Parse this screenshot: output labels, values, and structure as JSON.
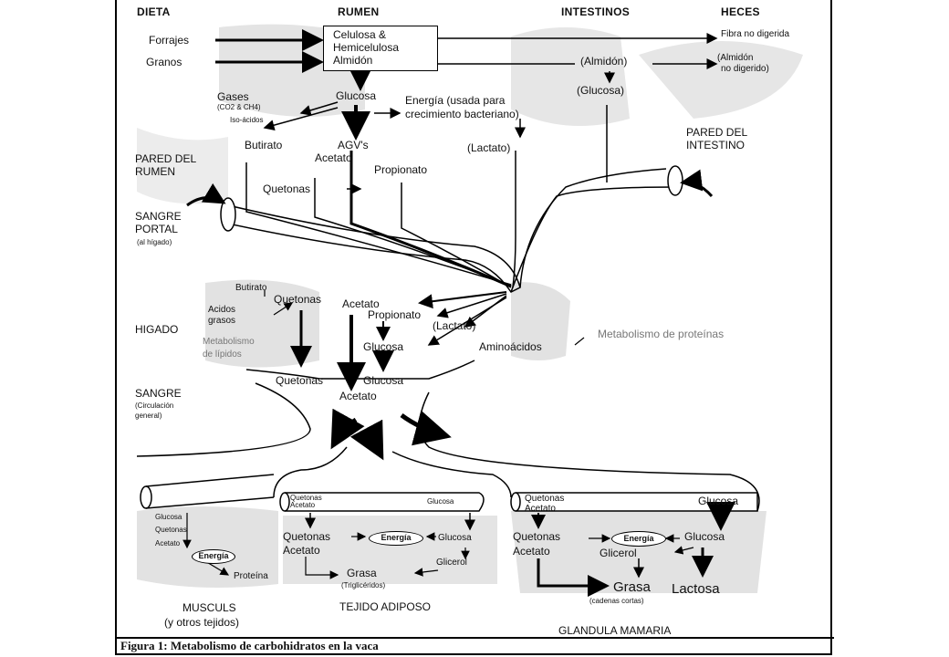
{
  "headers": {
    "dieta": "DIETA",
    "rumen": "RUMEN",
    "intestinos": "INTESTINOS",
    "heces": "HECES"
  },
  "diet": {
    "forrajes": "Forrajes",
    "granos": "Granos"
  },
  "rumen_box": {
    "line1": "Celulosa &",
    "line2": "Hemicelulosa",
    "line3": "Almidón"
  },
  "rumen": {
    "glucosa": "Glucosa",
    "gases": "Gases",
    "gases_sub": "(CO2 & CH4)",
    "iso_acidos": "Iso-ácidos",
    "energia_line1": "Energía (usada para",
    "energia_line2": "crecimiento bacteriano)",
    "butirato": "Butirato",
    "agvs": "AGV's",
    "acetato": "Acetato",
    "propionato": "Propionato",
    "lactato": "(Lactato)",
    "quetonas": "Quetonas"
  },
  "intestine": {
    "almidon": "(Almidón)",
    "glucosa": "(Glucosa)"
  },
  "feces": {
    "fibra": "Fibra no digerida",
    "almidon_line1": "(Almidón",
    "almidon_line2": "no digerido)"
  },
  "walls": {
    "pared_intestino_1": "PARED DEL",
    "pared_intestino_2": "INTESTINO",
    "pared_rumen_1": "PARED DEL",
    "pared_rumen_2": "RUMEN"
  },
  "portal": {
    "line1": "SANGRE",
    "line2": "PORTAL",
    "line3": "(al hígado)"
  },
  "liver": {
    "title": "HIGADO",
    "butirato": "Butirato",
    "quetonas": "Quetonas",
    "acidos_1": "Acidos",
    "acidos_2": "grasos",
    "metab_lip_1": "Metabolismo",
    "metab_lip_2": "de lípidos",
    "acetato": "Acetato",
    "propionato": "Propionato",
    "lactato": "(Lactato)",
    "glucosa": "Glucosa",
    "aminoacidos": "Aminoácidos",
    "metab_prot": "Metabolismo de proteínas"
  },
  "blood": {
    "line1": "SANGRE",
    "line2": "(Circulación",
    "line3": "general)",
    "quetonas": "Quetonas",
    "glucosa": "Glucosa",
    "acetato": "Acetato"
  },
  "muscle": {
    "glucosa": "Glucosa",
    "quetonas": "Quetonas",
    "acetato": "Acetato",
    "energia": "Energía",
    "proteina": "Proteína",
    "title_1": "MUSCULS",
    "title_2": "(y otros tejidos)"
  },
  "adipose": {
    "tube_1": "Quetonas",
    "tube_2": "Acetato",
    "tube_glucosa": "Glucosa",
    "quetonas": "Quetonas",
    "acetato": "Acetato",
    "energia": "Energía",
    "glucosa": "Glucosa",
    "glicerol": "Glicerol",
    "grasa": "Grasa",
    "grasa_sub": "(Triglicéridos)",
    "title": "TEJIDO ADIPOSO"
  },
  "mammary": {
    "tube_1": "Quetonas",
    "tube_2": "Acetato",
    "tube_glucosa": "Glucosa",
    "quetonas": "Quetonas",
    "acetato": "Acetato",
    "energia": "Energía",
    "glucosa": "Glucosa",
    "glicerol": "Glicerol",
    "grasa": "Grasa",
    "grasa_sub": "(cadenas cortas)",
    "lactosa": "Lactosa",
    "title": "GLANDULA MAMARIA"
  },
  "caption": "Figura 1:  Metabolismo de carbohidratos en la vaca"
}
